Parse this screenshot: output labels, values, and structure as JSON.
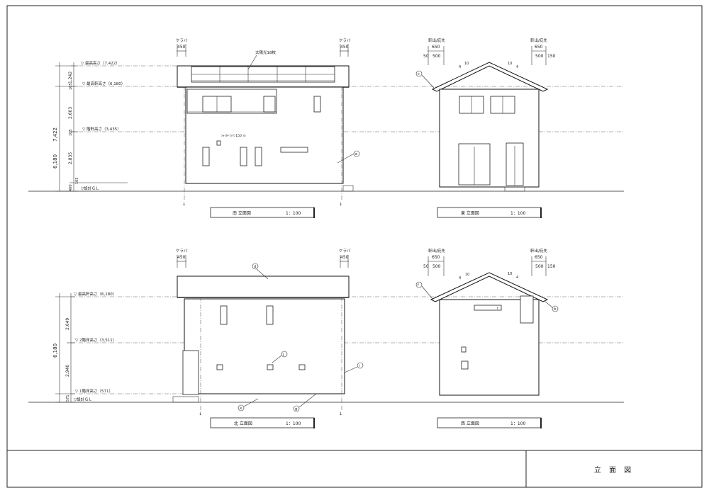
{
  "sheet_title": "立 面 図",
  "views": {
    "south": {
      "title": "南 立面図",
      "scale": "1：100",
      "keraba_left": "ケラバ",
      "keraba_left_value": "450",
      "keraba_right": "ケラバ",
      "keraba_right_value": "450",
      "solar_label": "太陽光18枚",
      "level_top": "▽ 最高高さ（7,422）",
      "level_eave": "▽ 最高軒高さ（6,180）",
      "level_floor": "▽ 階軒高さ（3,435）",
      "level_gl": "▽設計ＧＬ",
      "dim_total": "7,422",
      "dim_sub": "6,180",
      "dim_a": "1,242",
      "dim_b": "105",
      "dim_c": "2,603",
      "dim_d": "105",
      "dim_e": "2,835",
      "dim_f": "105",
      "dim_g": "400",
      "note_small": "ｼｬｯﾀｰﾌｧｲﾝ150 ｼﾙ",
      "tag_small": "p",
      "callout": "e"
    },
    "east": {
      "title": "東 立面図",
      "scale": "1：100",
      "eave_left": "軒出/庇先",
      "eave_left_value": "650",
      "eave_left_sub1": "50",
      "eave_left_sub2": "500",
      "eave_right": "軒出/庇先",
      "eave_right_value": "650",
      "eave_right_sub1": "500",
      "eave_right_sub2": "150",
      "pitch_l_4": "4",
      "pitch_l_10": "10",
      "pitch_r_10": "10",
      "pitch_r_4": "4",
      "callout": "c"
    },
    "north": {
      "title": "北 立面図",
      "scale": "1：100",
      "keraba_left": "ケラバ",
      "keraba_left_value": "450",
      "keraba_right": "ケラバ",
      "keraba_right_value": "450",
      "level_eave": "▽ 最高軒高さ（6,180）",
      "level_2f": "▽ 2階床高さ（3,511）",
      "level_1f": "▽ 1階床高さ（571）",
      "level_gl": "▽設計ＧＬ",
      "dim_total": "6,180",
      "dim_a": "2,649",
      "dim_b": "2,940",
      "dim_c": "571",
      "callouts": [
        "d",
        "j",
        "i",
        "e",
        "g"
      ]
    },
    "west": {
      "title": "西 立面図",
      "scale": "1：100",
      "eave_left": "軒出/庇先",
      "eave_left_value": "650",
      "eave_left_sub1": "50",
      "eave_left_sub2": "500",
      "eave_right": "軒出/庇先",
      "eave_right_value": "650",
      "eave_right_sub1": "500",
      "eave_right_sub2": "150",
      "pitch_l_4": "4",
      "pitch_l_10": "10",
      "pitch_r_10": "10",
      "pitch_r_4": "4",
      "callouts": [
        "f",
        "b"
      ],
      "tag_window": "f"
    }
  }
}
